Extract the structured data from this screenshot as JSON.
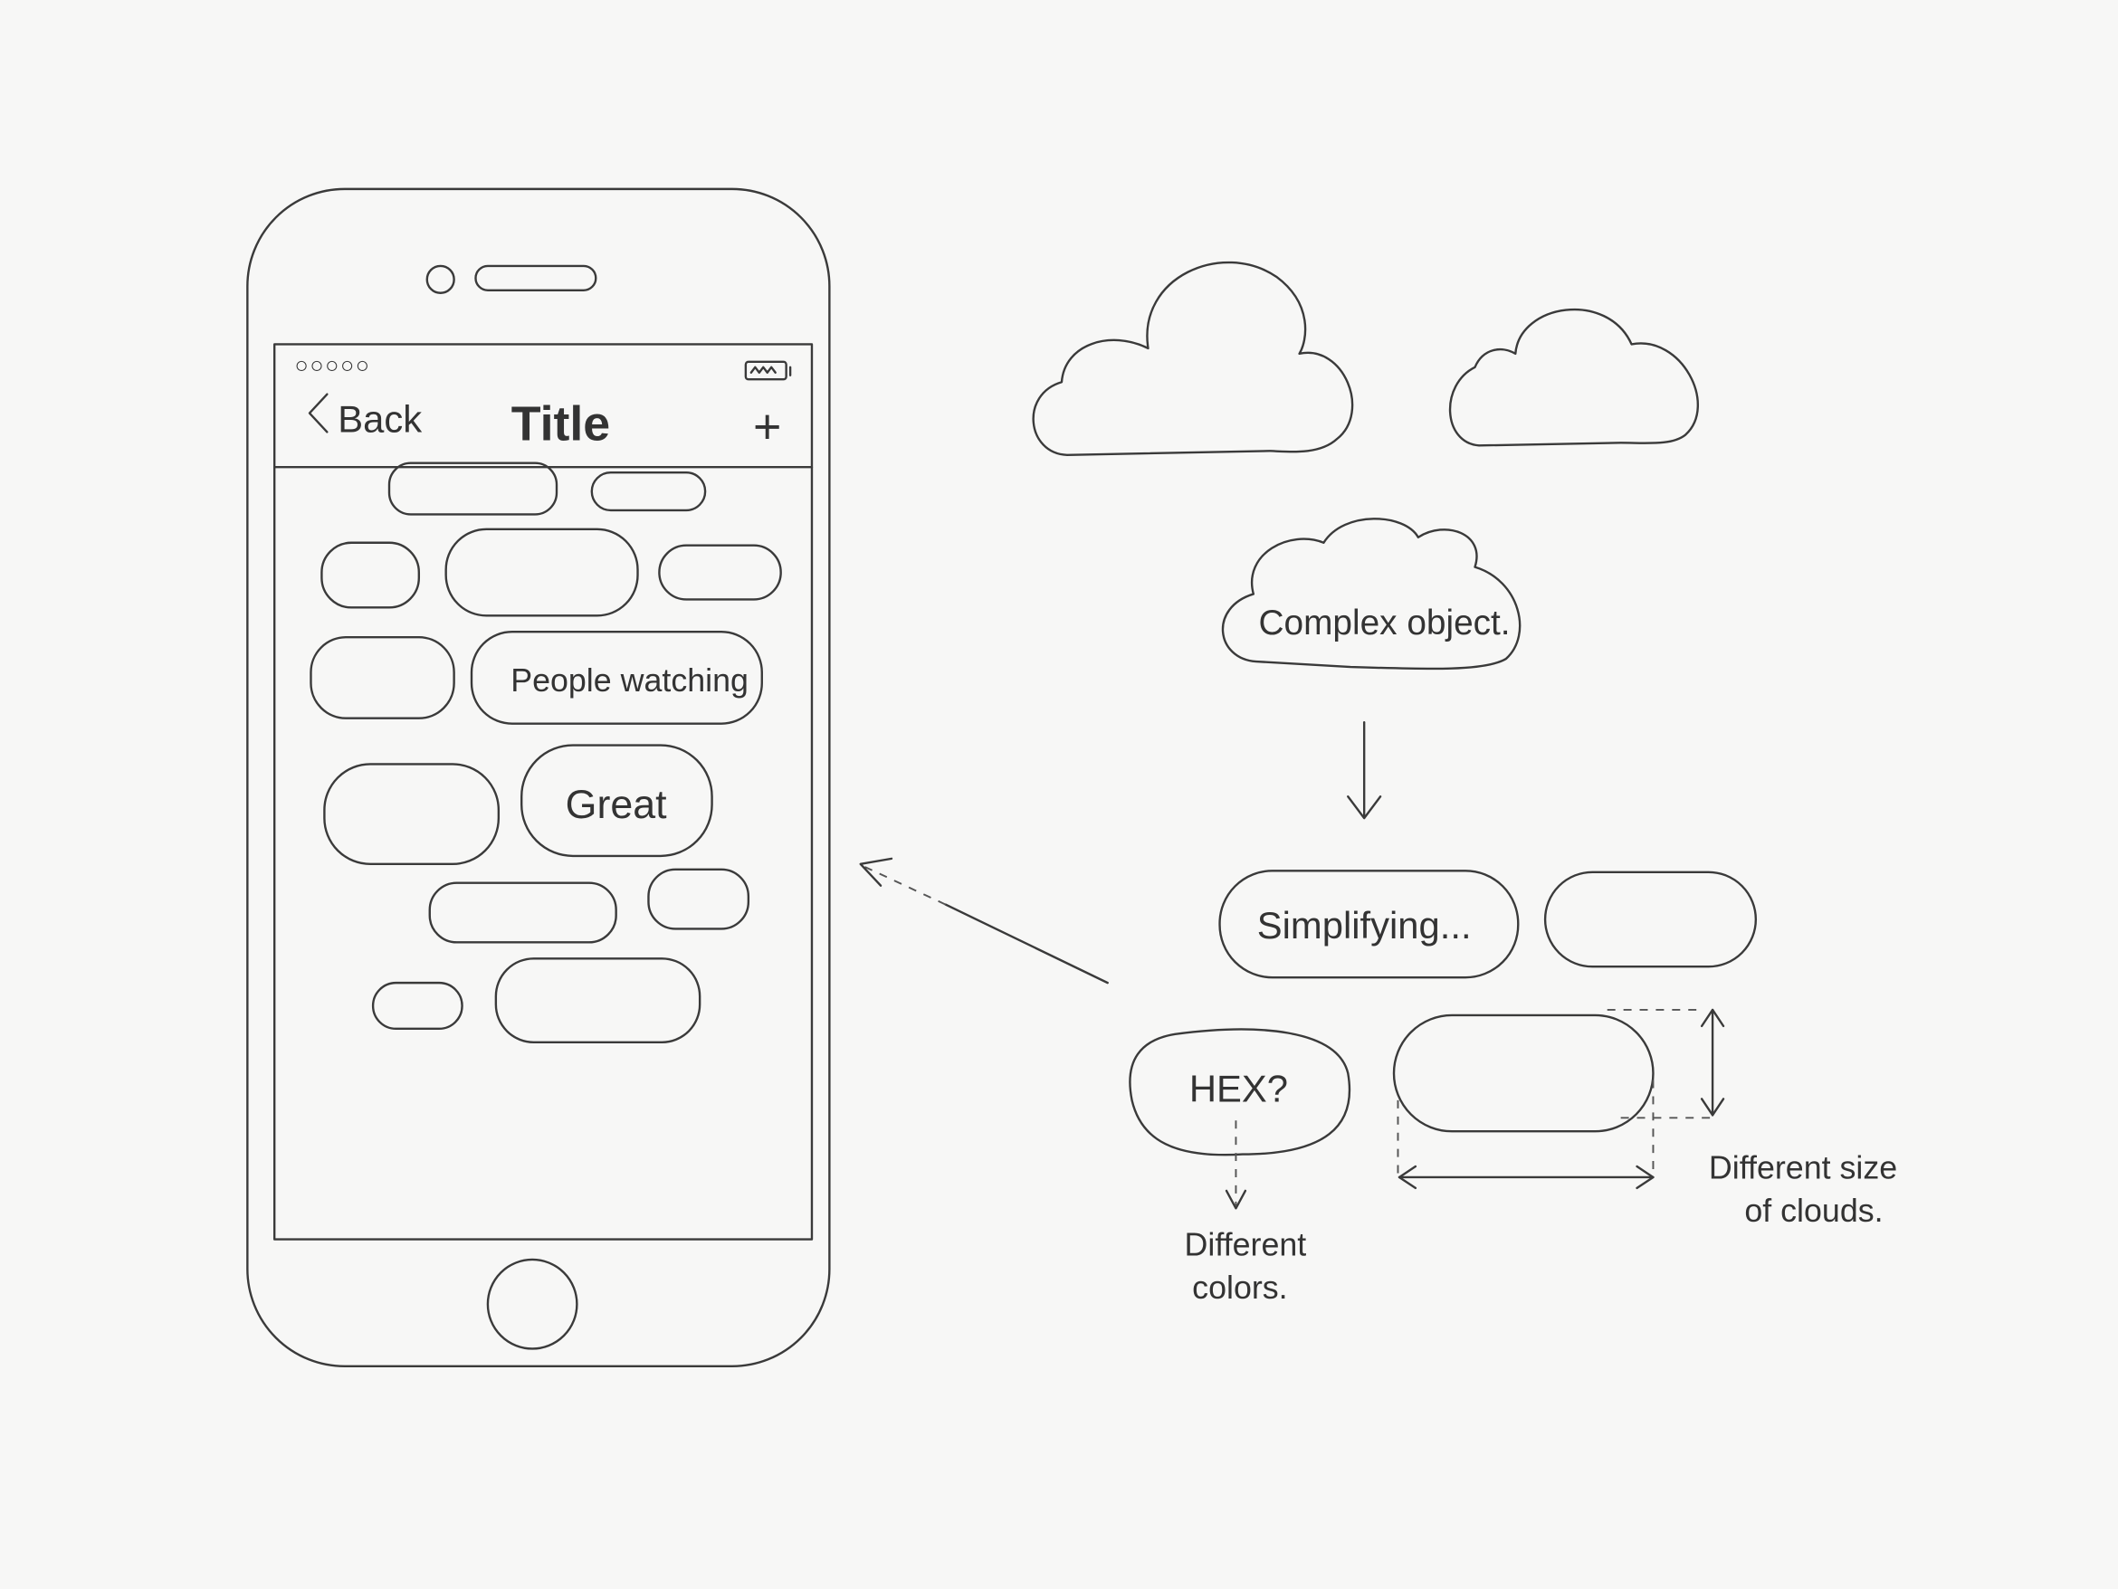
{
  "phone": {
    "status_dots": "○○○○○",
    "nav": {
      "back_label": "Back",
      "title": "Title",
      "add_label": "+"
    },
    "clouds": [
      {
        "label": ""
      },
      {
        "label": ""
      },
      {
        "label": ""
      },
      {
        "label": ""
      },
      {
        "label": ""
      },
      {
        "label": ""
      },
      {
        "label": "People watching"
      },
      {
        "label": ""
      },
      {
        "label": "Great"
      },
      {
        "label": ""
      },
      {
        "label": ""
      },
      {
        "label": ""
      },
      {
        "label": ""
      }
    ]
  },
  "notes": {
    "complex": "Complex object.",
    "simplifying": "Simplifying...",
    "hex": "HEX?",
    "colors_line1": "Different",
    "colors_line2": "colors.",
    "size_line1": "Different size",
    "size_line2": "of clouds."
  },
  "colors": {
    "paper": "#f7f7f6",
    "ink": "#3a3a3a"
  }
}
